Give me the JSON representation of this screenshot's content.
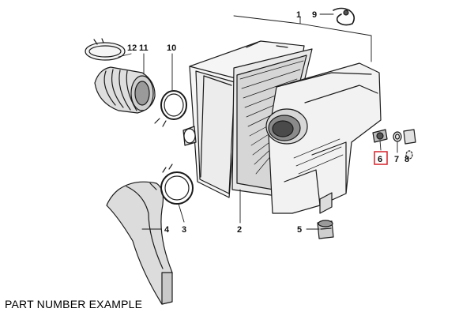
{
  "caption": "PART NUMBER EXAMPLE",
  "callouts": {
    "c1": "1",
    "c2": "2",
    "c3": "3",
    "c4": "4",
    "c5": "5",
    "c6": "6",
    "c7": "7",
    "c8": "8",
    "c9": "9",
    "c10": "10",
    "c11": "11",
    "c12": "12"
  },
  "highlight_color": "#d4222a",
  "line_color": "#1a1a1a"
}
